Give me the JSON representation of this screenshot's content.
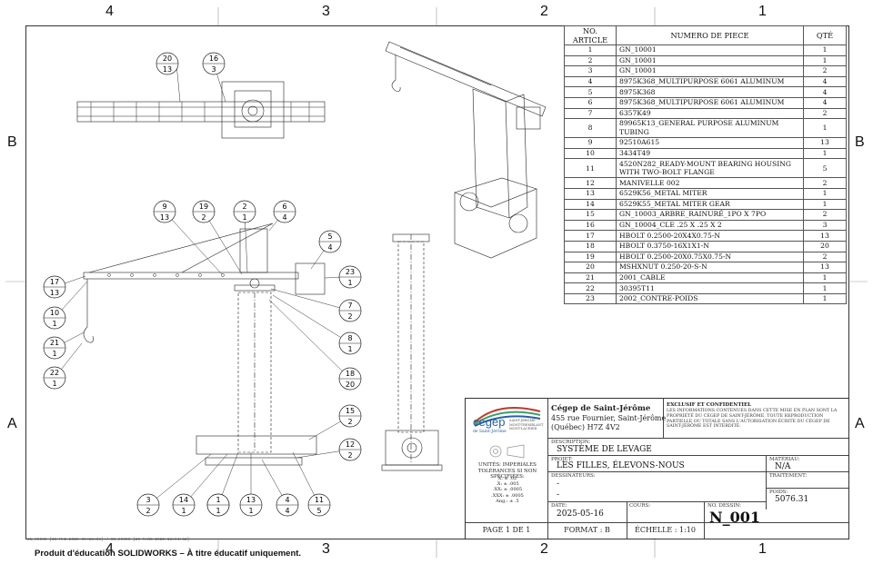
{
  "zones": {
    "top": [
      "4",
      "3",
      "2",
      "1"
    ],
    "side": [
      "B",
      "A"
    ]
  },
  "bom": {
    "headers": [
      "NO. ARTICLE",
      "NUMERO DE PIECE",
      "QTÉ"
    ],
    "rows": [
      [
        "1",
        "GN_10001",
        "1"
      ],
      [
        "2",
        "GN_10001",
        "1"
      ],
      [
        "3",
        "GN_10001",
        "2"
      ],
      [
        "4",
        "8975K368_MULTIPURPOSE 6061 ALUMINUM",
        "4"
      ],
      [
        "5",
        "8975K368",
        "4"
      ],
      [
        "6",
        "8975K368_MULTIPURPOSE 6061 ALUMINUM",
        "4"
      ],
      [
        "7",
        "6357K49",
        "2"
      ],
      [
        "8",
        "89965K13_GENERAL PURPOSE ALUMINUM TUBING",
        "1"
      ],
      [
        "9",
        "92510A615",
        "13"
      ],
      [
        "10",
        "3434T49",
        "1"
      ],
      [
        "11",
        "4520N282_READY-MOUNT BEARING HOUSING WITH TWO-BOLT FLANGE",
        "5"
      ],
      [
        "12",
        "MANIVELLE 002",
        "2"
      ],
      [
        "13",
        "6529K56_METAL MITER",
        "1"
      ],
      [
        "14",
        "6529K55_METAL MITER GEAR",
        "1"
      ],
      [
        "15",
        "GN_10003_ARBRE_RAINURÉ_1PO X 7PO",
        "2"
      ],
      [
        "16",
        "GN_10004_CLE .25 X .25 X 2",
        "3"
      ],
      [
        "17",
        "HBOLT 0.2500-20X4X0.75-N",
        "13"
      ],
      [
        "18",
        "HBOLT 0.3750-16X1X1-N",
        "20"
      ],
      [
        "19",
        "HBOLT 0.2500-20X0.75X0.75-N",
        "2"
      ],
      [
        "20",
        "MSHXNUT 0.250-20-S-N",
        "13"
      ],
      [
        "21",
        "2001_CABLE",
        "1"
      ],
      [
        "22",
        "30395T11",
        "1"
      ],
      [
        "23",
        "2002_CONTRE-POIDS",
        "1"
      ]
    ]
  },
  "balloons": [
    {
      "num": "20",
      "qty": "13"
    },
    {
      "num": "16",
      "qty": "3"
    },
    {
      "num": "9",
      "qty": "13"
    },
    {
      "num": "19",
      "qty": "2"
    },
    {
      "num": "2",
      "qty": "1"
    },
    {
      "num": "6",
      "qty": "4"
    },
    {
      "num": "5",
      "qty": "4"
    },
    {
      "num": "23",
      "qty": "1"
    },
    {
      "num": "7",
      "qty": "2"
    },
    {
      "num": "8",
      "qty": "1"
    },
    {
      "num": "18",
      "qty": "20"
    },
    {
      "num": "15",
      "qty": "2"
    },
    {
      "num": "12",
      "qty": "2"
    },
    {
      "num": "17",
      "qty": "13"
    },
    {
      "num": "10",
      "qty": "1"
    },
    {
      "num": "21",
      "qty": "1"
    },
    {
      "num": "22",
      "qty": "1"
    },
    {
      "num": "3",
      "qty": "2"
    },
    {
      "num": "14",
      "qty": "1"
    },
    {
      "num": "1",
      "qty": "1"
    },
    {
      "num": "1",
      "qty": "1"
    },
    {
      "num": "13",
      "qty": "1"
    },
    {
      "num": "4",
      "qty": "4"
    },
    {
      "num": "11",
      "qty": "5"
    }
  ],
  "titleblock": {
    "logo": "cegep",
    "logo_sub": "de Saint-Jérôme",
    "logo_side": "SAINT-JÉRÔME MONT-TREMBLANT MONT-LAURIER",
    "school": "Cégep de Saint-Jérôme",
    "address1": "455 rue Fournier, Saint-Jérôme",
    "address2": "(Québec)  H7Z 4V2",
    "conf_title": "EXCLUSIF ET CONFIDENTIEL",
    "conf_text": "LES INFORMATIONS CONTENUES DANS CETTE MISE EN PLAN SONT LA PROPRIÉTÉ DU CÉGEP DE SAINT-JÉRÔME. TOUTE REPRODUCTION PARTIELLE OU TOTALE SANS L'AUTORISATION ÉCRITE DU CÉGEP DE SAINT-JÉRÔME EST INTERDITE.",
    "description_lbl": "DESCRIPTION:",
    "description": "SYSTÈME DE LEVAGE",
    "projet_lbl": "PROJET:",
    "projet": "LES FILLES, ÉLEVONS-NOUS",
    "dessinateurs_lbl": "DESSINATEURS:",
    "dessinateur1": "-",
    "dessinateur2": "-",
    "materiau_lbl": "MATÉRIAU:",
    "materiau": "N/A",
    "traitement_lbl": "TRAITEMENT:",
    "poids_lbl": "POIDS:",
    "poids": "5076.31",
    "units_title": "UNITÉS: IMPERIALES",
    "tol_title": "TOLÉRANCES SI NON SPÉCIFIÉES:",
    "tolerances": [
      "X.  ± .02",
      ".X:  ± .005",
      ".XX:  ± .0005",
      ".XXX:  ± .0005",
      "Ang.:  ± .5"
    ],
    "date_lbl": "DATE:",
    "date": "2025-05-16",
    "cours_lbl": "COURS:",
    "nodessin_lbl": "NO. DESSIN:",
    "nodessin": "N_001",
    "page": "PAGE 1 DE 1",
    "format": "FORMAT : B",
    "echelle": "ÉCHELLE : 1:10"
  },
  "meta": "GN_00000 [16 MAI 2025 09:18:08] / GN_00000 [29 MARS 2025 16:04:42]",
  "footer": "Produit d'éducation SOLIDWORKS – À titre éducatif uniquement.",
  "colors": {
    "line": "#222222",
    "logo_blue": "#2b5fa0",
    "logo_red": "#c0392b",
    "logo_green": "#3aa06a"
  }
}
